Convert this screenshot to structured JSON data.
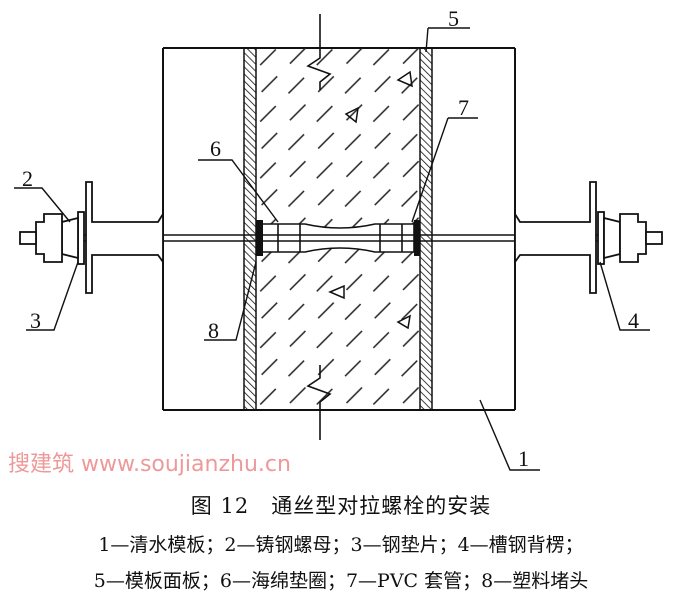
{
  "callouts": {
    "c1": "1",
    "c2": "2",
    "c3": "3",
    "c4": "4",
    "c5": "5",
    "c6": "6",
    "c7": "7",
    "c8": "8"
  },
  "caption": {
    "title": "图 12　通丝型对拉螺栓的安装",
    "legend_line1": "1—清水模板；2—铸钢螺母；3—钢垫片；4—槽钢背楞；",
    "legend_line2": "5—模板面板；6—海绵垫圈；7—PVC 套管；8—塑料堵头"
  },
  "watermark": "搜建筑 www.soujianzhu.cn",
  "colors": {
    "ink": "#111111",
    "watermark": "#e99999"
  }
}
